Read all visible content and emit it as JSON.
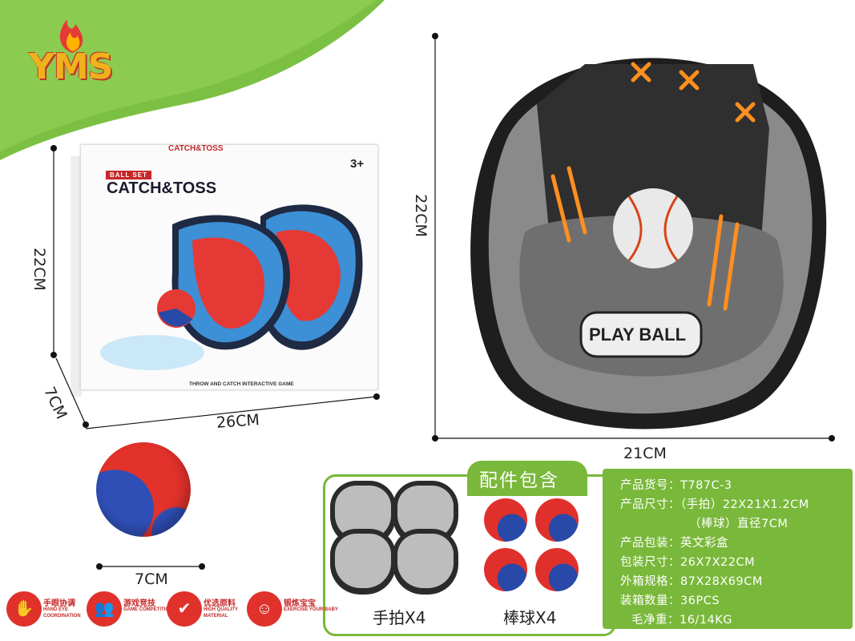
{
  "brand": {
    "logo_text": "YMS"
  },
  "colors": {
    "accent_green": "#79b83a",
    "brand_red": "#e0312b",
    "logo_yellow": "#f0b21c"
  },
  "box": {
    "tag": "BALL SET",
    "title": "CATCH&TOSS",
    "age": "3+",
    "subtitle": "THROW AND CATCH INTERACTIVE GAME",
    "dim_height": "22CM",
    "dim_depth": "7CM",
    "dim_width": "26CM"
  },
  "glove": {
    "text": "PLAY BALL",
    "dim_height": "22CM",
    "dim_width": "21CM"
  },
  "ball": {
    "dim": "7CM"
  },
  "parts": {
    "title": "配件包含",
    "paddles_label": "手拍X4",
    "balls_label": "棒球X4"
  },
  "specs": [
    "产品货号：T787C-3",
    "产品尺寸：（手拍）22X21X1.2CM",
    "（棒球）直径7CM",
    "产品包装：英文彩盒",
    "包装尺寸：26X7X22CM",
    "外箱规格：87X28X69CM",
    "装箱数量：36PCS",
    "毛净重：16/14KG"
  ],
  "features": [
    {
      "cn": "手眼协调",
      "en": "HAND EYE COORDINATION",
      "icon": "hand-eye-icon"
    },
    {
      "cn": "游戏竞技",
      "en": "GAME COMPETITION",
      "icon": "people-icon"
    },
    {
      "cn": "优选原料",
      "en": "HIGH QUALITY MATERIAL",
      "icon": "shield-check-icon"
    },
    {
      "cn": "锻炼宝宝",
      "en": "EXERCISE YOUR BABY",
      "icon": "baby-icon"
    }
  ]
}
